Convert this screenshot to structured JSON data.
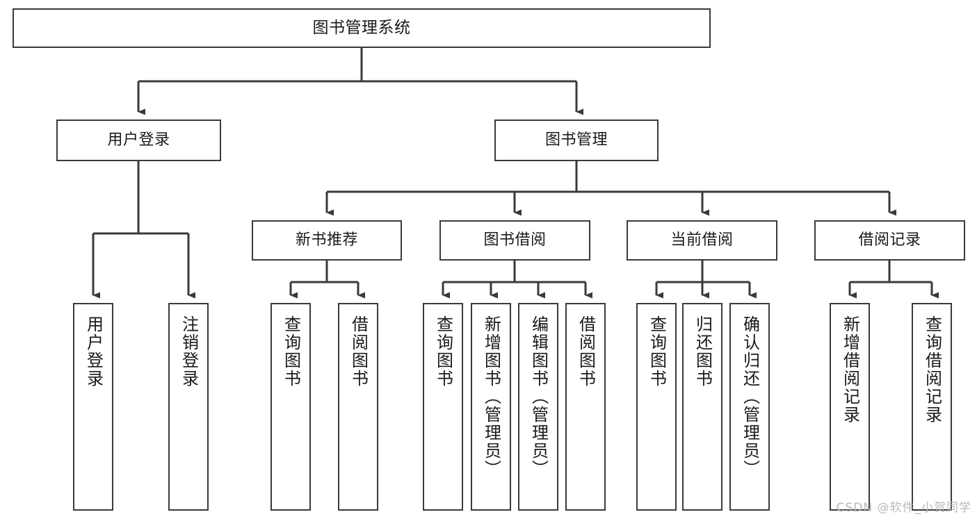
{
  "diagram": {
    "title": "图书管理系统",
    "type": "tree-hierarchy-diagram",
    "watermark": "CSDN @软件_小贺同学",
    "colors": {
      "box_border": "#3a3a3a",
      "box_fill": "#ffffff",
      "connector": "#3a3a3a",
      "text": "#1a1a1a",
      "watermark": "#b9b9b9",
      "background": "#ffffff"
    },
    "root": {
      "label": "图书管理系统"
    },
    "level2": [
      {
        "label": "用户登录"
      },
      {
        "label": "图书管理"
      }
    ],
    "level3": [
      {
        "label": "新书推荐"
      },
      {
        "label": "图书借阅"
      },
      {
        "label": "当前借阅"
      },
      {
        "label": "借阅记录"
      }
    ],
    "leaves": {
      "user_login": [
        {
          "label": "用户登录"
        },
        {
          "label": "注销登录"
        }
      ],
      "new_book_recommend": [
        {
          "label": "查询图书"
        },
        {
          "label": "借阅图书"
        }
      ],
      "book_borrow": [
        {
          "label": "查询图书"
        },
        {
          "label": "新增图书（管理员）"
        },
        {
          "label": "编辑图书（管理员）"
        },
        {
          "label": "借阅图书"
        }
      ],
      "current_borrow": [
        {
          "label": "查询图书"
        },
        {
          "label": "归还图书"
        },
        {
          "label": "确认归还（管理员）"
        }
      ],
      "borrow_record": [
        {
          "label": "新增借阅记录"
        },
        {
          "label": "查询借阅记录"
        }
      ]
    }
  }
}
